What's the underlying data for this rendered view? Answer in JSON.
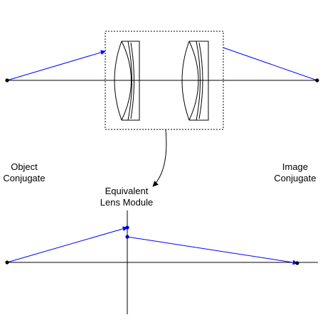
{
  "labels": {
    "object": {
      "line1": "Object",
      "line2": "Conjugate"
    },
    "image": {
      "line1": "Image",
      "line2": "Conjugate"
    },
    "module": {
      "line1": "Equivalent",
      "line2": "Lens Module"
    }
  },
  "colors": {
    "ray": "#0000ff",
    "line": "#000000",
    "point": "#000000",
    "principal_point": "#0000cc",
    "background": "#ffffff"
  },
  "icons": {
    "curved_arrow": "curved-arrow",
    "lens": "lens-doublet"
  }
}
